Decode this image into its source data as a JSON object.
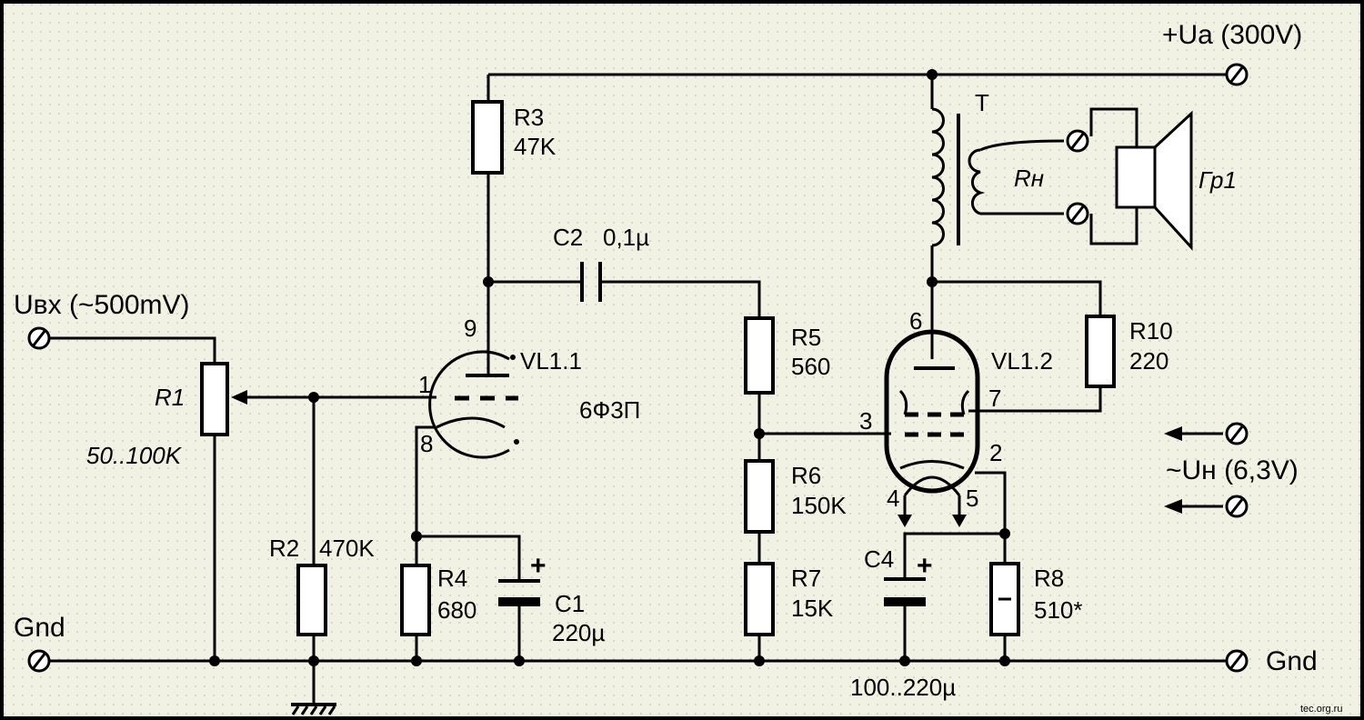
{
  "labels": {
    "supply": "+Ua (300V)",
    "input": "Uвх (~500mV)",
    "gnd_left": "Gnd",
    "gnd_right": "Gnd",
    "heater": "~Uн (6,3V)",
    "transformer": "T",
    "load": "Rн",
    "speaker": "Гр1",
    "tube1": "VL1.1",
    "tube2": "VL1.2",
    "tube_type": "6Ф3П",
    "watermark": "tec.org.ru"
  },
  "components": {
    "r1": {
      "name": "R1",
      "value": "50..100K"
    },
    "r2": {
      "name": "R2",
      "value": "470K"
    },
    "r3": {
      "name": "R3",
      "value": "47K"
    },
    "r4": {
      "name": "R4",
      "value": "680"
    },
    "r5": {
      "name": "R5",
      "value": "560"
    },
    "r6": {
      "name": "R6",
      "value": "150K"
    },
    "r7": {
      "name": "R7",
      "value": "15K"
    },
    "r8": {
      "name": "R8",
      "value": "510*"
    },
    "r10": {
      "name": "R10",
      "value": "220"
    },
    "c1": {
      "name": "C1",
      "value": "220µ"
    },
    "c2": {
      "name": "C2",
      "value": "0,1µ"
    },
    "c4": {
      "name": "C4",
      "value": "100..220µ"
    }
  },
  "pins": {
    "p9": "9",
    "p1": "1",
    "p8": "8",
    "p6": "6",
    "p3": "3",
    "p7": "7",
    "p2": "2",
    "p4": "4",
    "p5": "5"
  },
  "polarity_plus": "+",
  "colors": {
    "paper": "#f1f1e4",
    "grid": "#b5b5a8",
    "ink": "#000000"
  }
}
